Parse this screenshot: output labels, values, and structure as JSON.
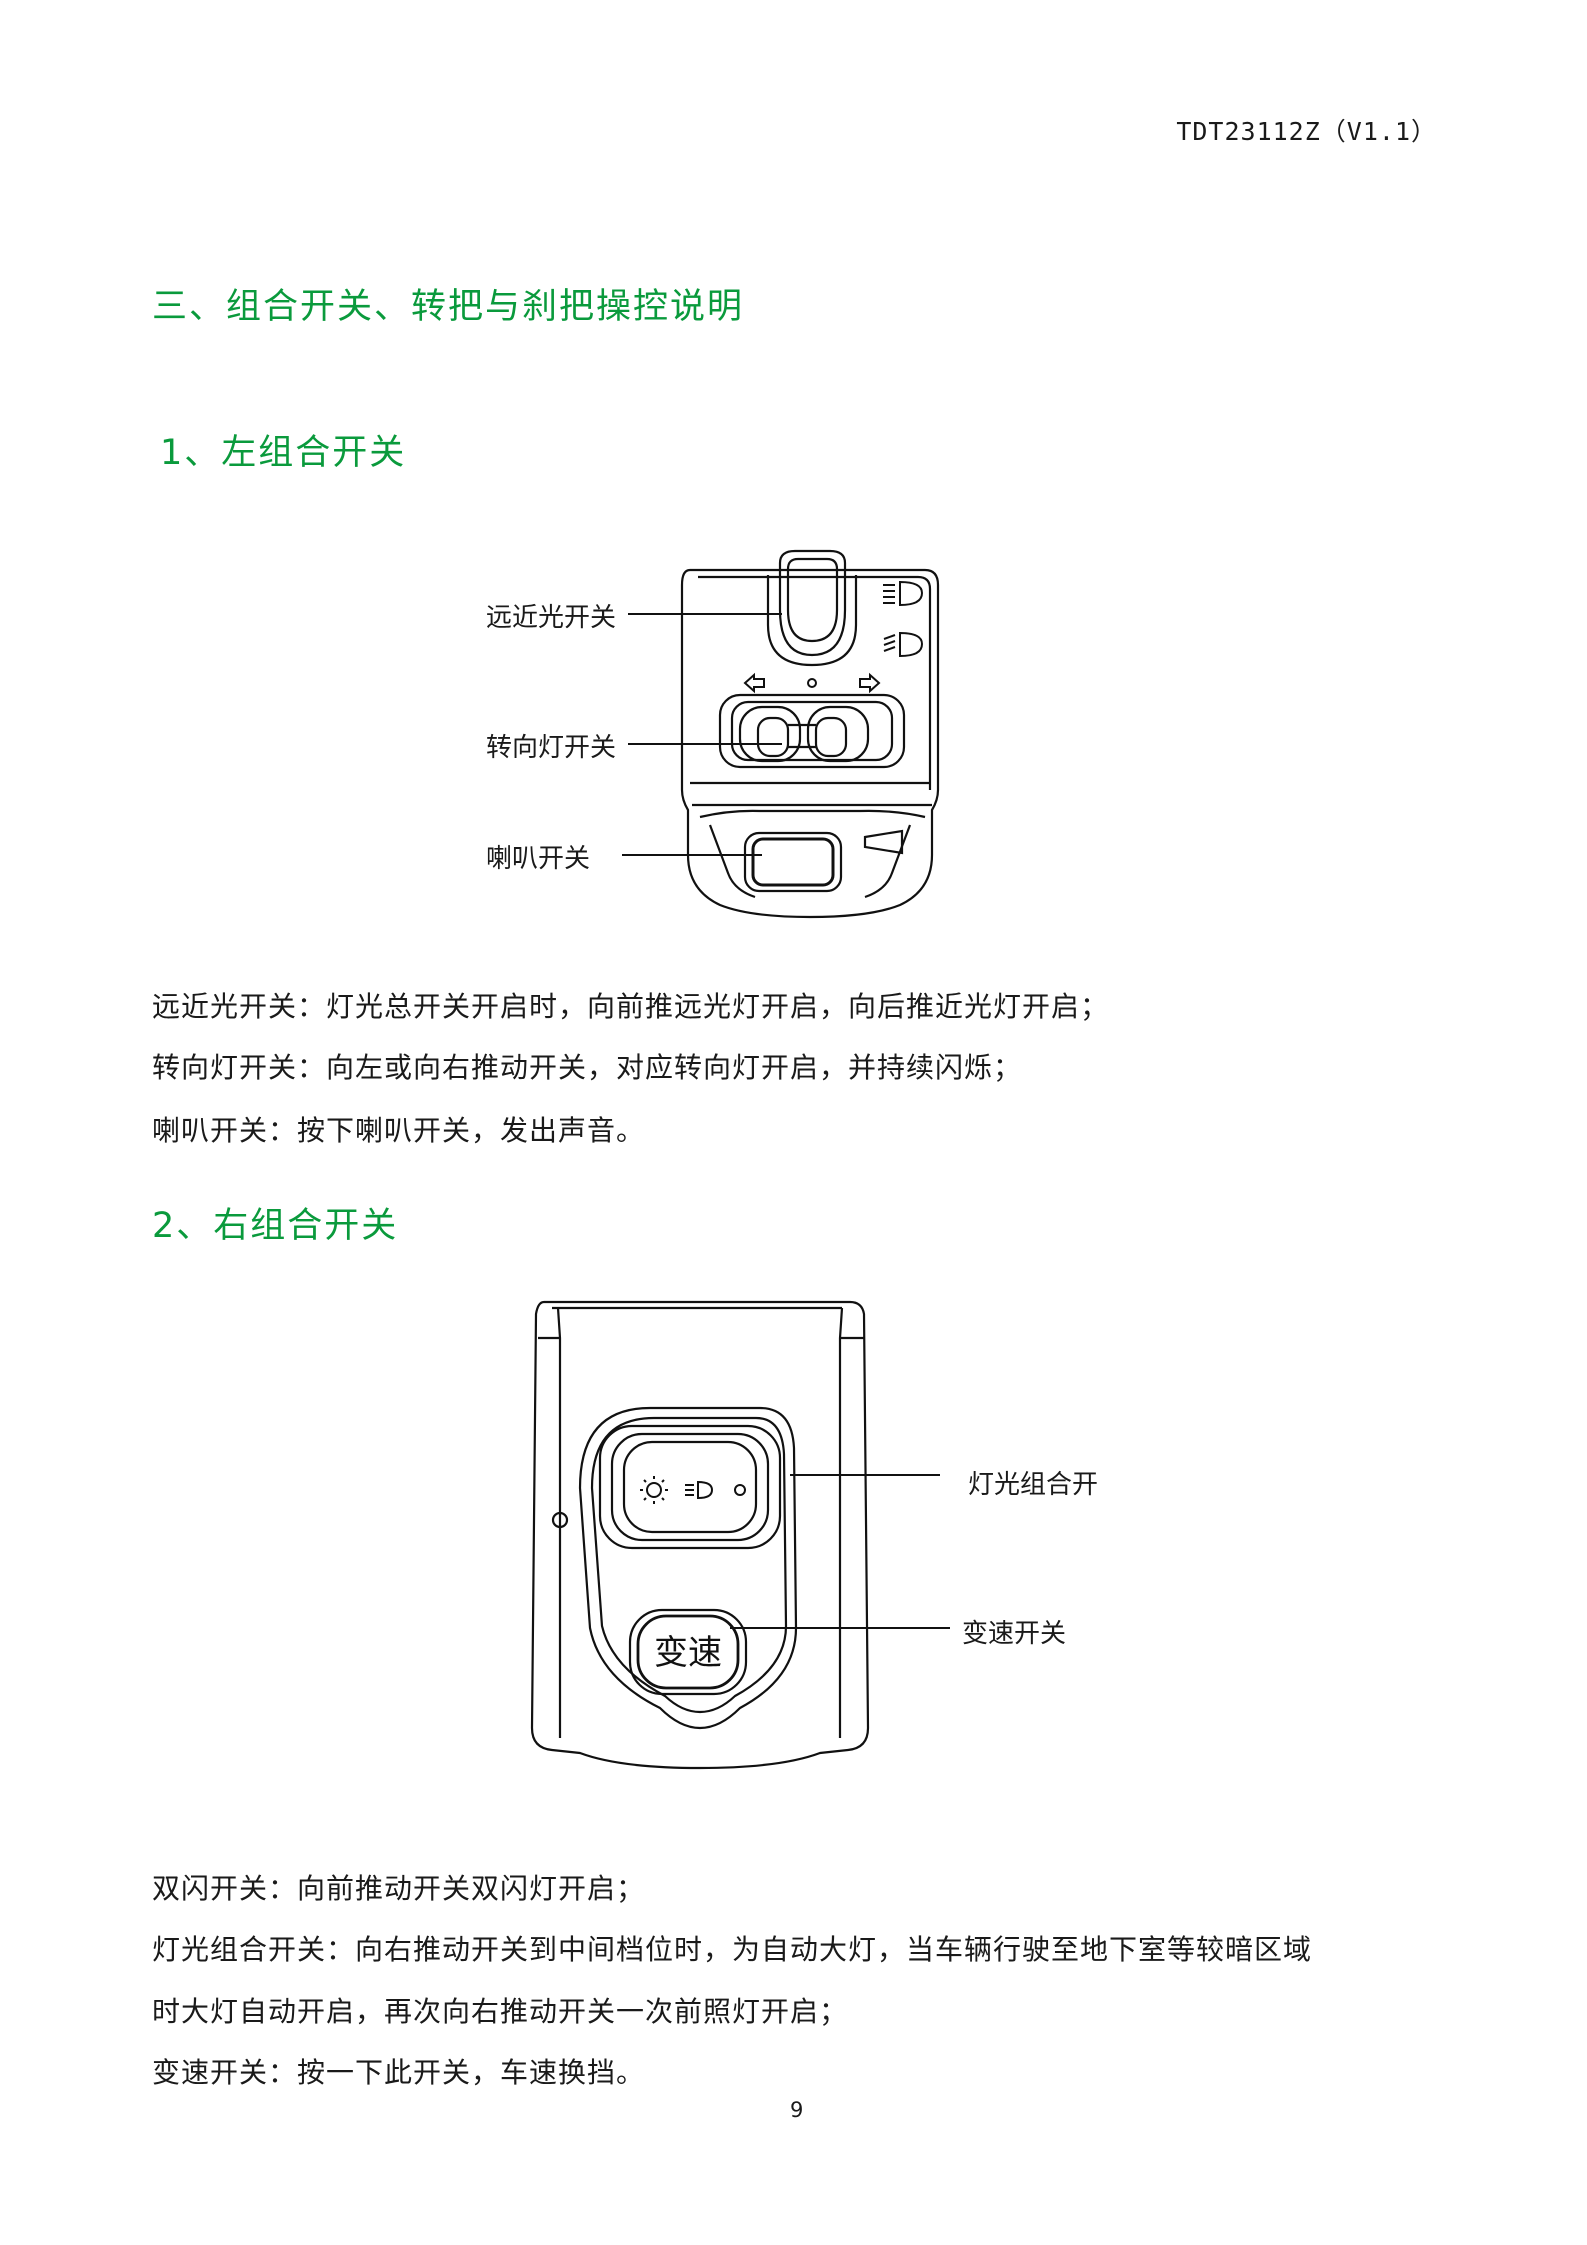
{
  "header": {
    "doc_id": "TDT23112Z（V1.1）"
  },
  "section_title": "三、组合开关、转把与刹把操控说明",
  "left_switch": {
    "heading": "1、左组合开关",
    "callouts": {
      "beam": "远近光开关",
      "turn": "转向灯开关",
      "horn": "喇叭开关"
    },
    "descriptions": [
      "远近光开关：灯光总开关开启时，向前推远光灯开启，向后推近光灯开启；",
      "转向灯开关：向左或向右推动开关，对应转向灯开启，并持续闪烁；",
      "喇叭开关：按下喇叭开关，发出声音。"
    ]
  },
  "right_switch": {
    "heading": "2、右组合开关",
    "callouts": {
      "light": "灯光组合开",
      "speed": "变速开关"
    },
    "button_text": "变速",
    "descriptions": [
      "双闪开关：向前推动开关双闪灯开启；",
      "灯光组合开关：向右推动开关到中间档位时，为自动大灯，当车辆行驶至地下室等较暗区域",
      "时大灯自动开启，再次向右推动开关一次前照灯开启；",
      "变速开关：按一下此开关，车速换挡。"
    ]
  },
  "footer": {
    "page_number": "9"
  }
}
